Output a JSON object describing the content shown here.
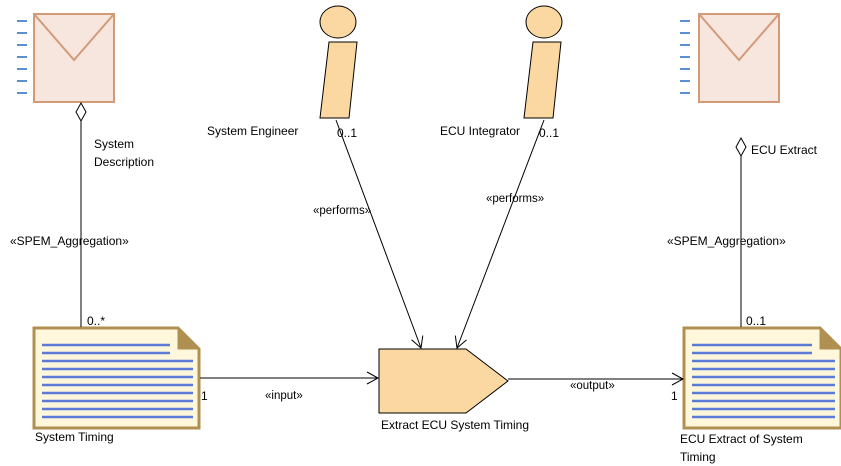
{
  "artifacts": {
    "system_description": {
      "label_line1": "System",
      "label_line2": "Description"
    },
    "ecu_extract": {
      "label": "ECU Extract"
    },
    "system_timing": {
      "label": "System Timing"
    },
    "ecu_extract_of_system_timing": {
      "label_line1": "ECU Extract of System",
      "label_line2": "Timing"
    }
  },
  "roles": {
    "system_engineer": {
      "label": "System Engineer",
      "multiplicity": "0..1"
    },
    "ecu_integrator": {
      "label": "ECU Integrator",
      "multiplicity": "0..1"
    }
  },
  "task": {
    "label": "Extract ECU System Timing"
  },
  "relations": {
    "aggregation_left": {
      "stereotype": "«SPEM_Aggregation»",
      "multiplicity": "0..*"
    },
    "aggregation_right": {
      "stereotype": "«SPEM_Aggregation»",
      "multiplicity": "0..1"
    },
    "performs_left": {
      "stereotype": "«performs»"
    },
    "performs_right": {
      "stereotype": "«performs»"
    },
    "input": {
      "stereotype": "«input»",
      "multiplicity": "1"
    },
    "output": {
      "stereotype": "«output»",
      "multiplicity": "1"
    }
  },
  "colors": {
    "artifact_fill": "#f6e6de",
    "artifact_stroke": "#d39a78",
    "role_fill": "#fbd8a1",
    "role_stroke": "#000000",
    "doc_fill": "#fff7dc",
    "doc_stroke": "#b09050",
    "doc_lines": "#5b7bd6",
    "side_dashes": "#5b8fcf"
  }
}
